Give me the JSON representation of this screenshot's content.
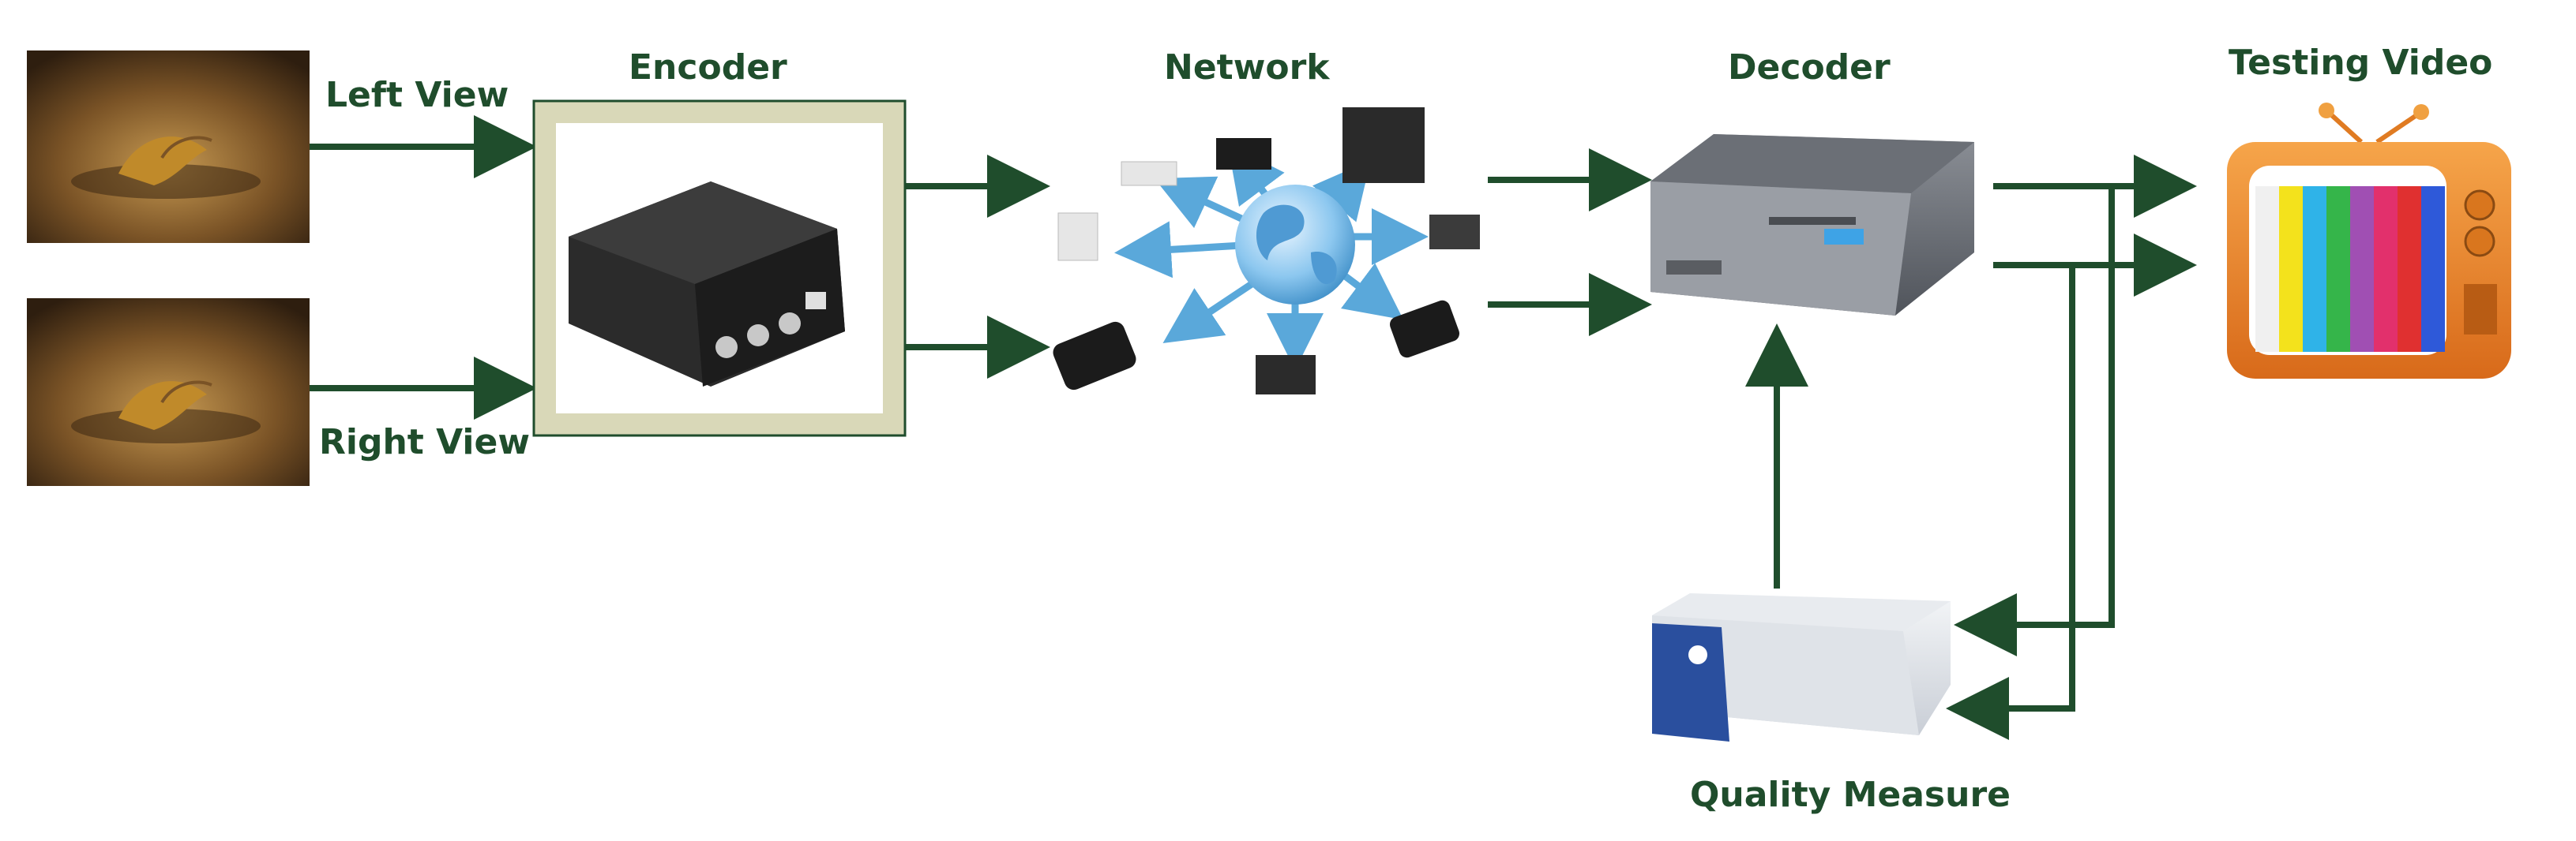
{
  "labels": {
    "left_view": "Left View",
    "right_view": "Right View",
    "encoder": "Encoder",
    "network": "Network",
    "decoder": "Decoder",
    "testing_video": "Testing Video",
    "quality_measure": "Quality Measure"
  },
  "colors": {
    "arrow": "#1f4d2c",
    "label": "#1f4d2c",
    "encoder_frame": "#d9d8b8",
    "network_arrow": "#5aa8da"
  },
  "icons": {
    "left_view_image": "autumn-leaf-photo",
    "right_view_image": "autumn-leaf-photo",
    "encoder_device": "video-encoder-box",
    "network_globe": "globe-network",
    "decoder_device": "rack-decoder",
    "television": "retro-tv",
    "quality_device": "quality-analyzer"
  }
}
